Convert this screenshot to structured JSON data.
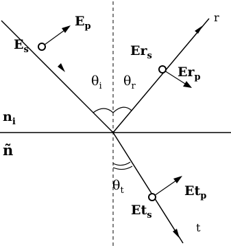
{
  "labels": {
    "E": "E",
    "E_p_sub": "p",
    "E_s_sub": "s",
    "Er": "Er",
    "Er_s_sub": "s",
    "Er_p_sub": "p",
    "Et": "Et",
    "Et_s_sub": "s",
    "Et_p_sub": "p",
    "theta": "θ",
    "theta_i_sub": "i",
    "theta_r_sub": "r",
    "theta_t_sub": "t",
    "n": "n",
    "n_i_sub": "i",
    "n_tilde": "ñ",
    "ray_r": "r",
    "ray_t": "t"
  },
  "colors": {
    "ink": "#000000",
    "background": "#ffffff"
  }
}
